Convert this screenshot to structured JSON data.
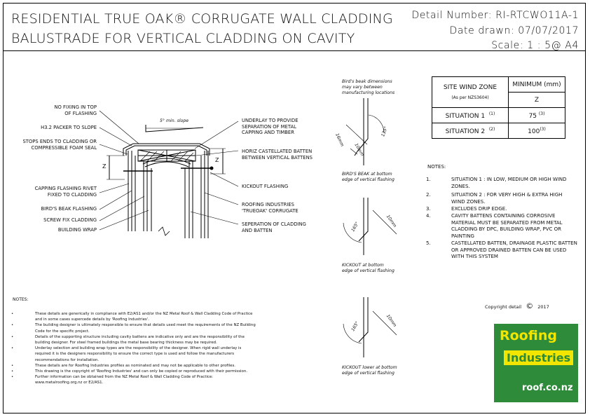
{
  "header": {
    "title_line1": "RESIDENTIAL TRUE OAK® CORRUGATE WALL CLADDING",
    "title_line2": "BALUSTRADE FOR VERTICAL CLADDING ON CAVITY",
    "detail_number": "Detail Number:  RI-RTCWO11A-1",
    "date_drawn": "Date drawn:  07/07/2017",
    "scale": "Scale:   1 : 5@ A4"
  },
  "main_detail": {
    "labels": [
      "NO FIXING IN TOP\nOF FLASHING",
      "H3.2 PACKER TO SLOPE",
      "STOPS ENDS TO CLADDING OR\nCOMPRESSIBLE FOAM SEAL",
      "CAPPING FLASHING RIVET\nFIXED TO CLADDING",
      "BIRD'S BEAK FLASHING",
      "SCREW FIX CLADDING",
      "BUILDING WRAP",
      "UNDERLAY TO PROVIDE\nSEPARATION OF METAL\nCAPPING AND TIMBER",
      "HORIZ CASTELLATED BATTEN\nBETWEEN VERTICAL BATTENS",
      "KICKOUT FLASHING",
      "ROOFING INDUSTRIES\n'TRUEOAK' CORRUGATE",
      "SEPERATION OF CLADDING\nAND BATTEN"
    ],
    "slope_label": "5° min. slope",
    "dim_z_left": "Z",
    "dim_z_right": "Z"
  },
  "small_details": {
    "intro_note": "Bird's beak dimensions\nmay vary between\nmanufacturing locations",
    "birds_beak_caption": "BIRD'S BEAK at bottom\nedge of vertical flashing",
    "kickout_caption_1": "KICKOUT at bottom\nedge of vertical flashing",
    "kickout_caption_2": "KICKOUT lower at bottom\nedge of vertical flashing",
    "dims": {
      "bb_16mm": "16mm",
      "bb_10mm": "10mm",
      "bb_135": "135°",
      "k1_10mm": "10mm",
      "k1_165": "165°",
      "k2_10mm": "10mm",
      "k2_165": "165°"
    }
  },
  "wind_table": {
    "header_left": "SITE WIND ZONE",
    "header_left_sub": "(As per NZS3604)",
    "header_right": "MINIMUM (mm)",
    "col_value_header": "Z",
    "rows": [
      {
        "label": "SITUATION 1",
        "note": "(1)",
        "value": "75",
        "value_note": "(3)"
      },
      {
        "label": "SITUATION 2",
        "note": "(2)",
        "value": "100",
        "value_note": "(3)"
      }
    ]
  },
  "notes_right": {
    "heading": "NOTES:",
    "items": [
      {
        "num": "1.",
        "text": "SITUATION 1 : IN LOW, MEDIUM OR HIGH WIND ZONES."
      },
      {
        "num": "2.",
        "text": "SITUATION 2 : FOR VERY HIGH & EXTRA HIGH WIND ZONES."
      },
      {
        "num": "3.",
        "text": "EXCLUDES DRIP EDGE."
      },
      {
        "num": "4.",
        "text": "CAVITY BATTENS CONTAINING CORROSIVE MATERIAL MUST BE SEPARATED FROM METAL CLADDING BY DPC, BUILDING WRAP, PVC OR PAINTING"
      },
      {
        "num": "5.",
        "text": "CASTELLATED BATTEN, DRAINAGE PLASTIC BATTEN OR APPROVED DRAINED BATTEN CAN BE USED WITH THIS SYSTEM"
      }
    ]
  },
  "notes_bottom": {
    "heading": "NOTES:",
    "lines": [
      "These details are generically in compliance with E2/AS1 and/or the NZ Metal Roof & Wall Cladding Code of Practice",
      "and in some cases supercede details by 'Roofing Industries'.",
      "The building designer is ultimately responsible to ensure that details used meet the requirements of the NZ Building",
      "Code for the specific project.",
      "Details of the supporting structure including cavity battens are indicative only and are the responsibility of the",
      "building designer.  For steel framed buildings the metal base bearing thickness may be required.",
      "Underlay selection and building wrap types are the responsibility of the designer. When rigid wall underlay is",
      "required it is the designers responsibility to ensure the correct type is used and follow the manufacturers",
      "recommendations for installation.",
      "These details are for Roofing Industries profiles as nominated and may not be applicable to other profiles.",
      "This drawing is the copyright of 'Roofing Industries' and can only be copied or reproduced with their permission.",
      "Further information can be obtained from the  NZ Metal Roof & Wall Cladding Code of Practice:",
      "www.metalroofing.org.nz or E2/AS1."
    ],
    "bullet_rows": [
      0,
      2,
      4,
      6,
      9,
      10,
      11
    ]
  },
  "copyright": {
    "text": "Copyright detail",
    "symbol": "©",
    "year": "2017"
  },
  "logo": {
    "line1": "Roofing",
    "line2": "Industries",
    "url": "roof.co.nz",
    "colors": {
      "green": "#2e8b3a",
      "yellow": "#f2e600",
      "white": "#ffffff"
    }
  }
}
